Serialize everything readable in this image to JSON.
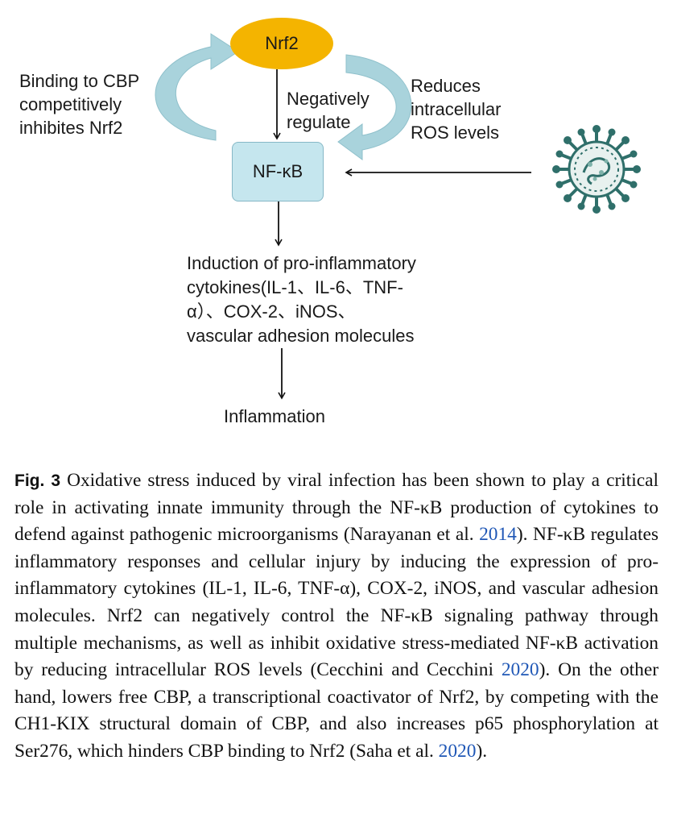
{
  "diagram": {
    "nrf2": "Nrf2",
    "nfkb": "NF-κB",
    "cbp_label": [
      "Binding to CBP",
      "competitively",
      "inhibites Nrf2"
    ],
    "negative_label": [
      "Negatively",
      "regulate"
    ],
    "ros_label": [
      "Reduces",
      "intracellular",
      "ROS levels"
    ],
    "induction_label": [
      "Induction of pro-inflammatory",
      "cytokines(IL-1、IL-6、TNF-",
      "α）、COX-2、iNOS、",
      "vascular adhesion molecules"
    ],
    "inflammation": "Inflammation",
    "colors": {
      "nrf2": "#f4b400",
      "nfkb": "#c5e6ee",
      "curved_arrow": "#a9d3dc",
      "virus": "#2f6f6a"
    },
    "virus_icon": "virus-icon"
  },
  "caption": {
    "fig_label": "Fig. 3",
    "segments": [
      "Oxidative stress induced by viral infection has been shown to play a critical role in activating innate immunity through the NF-κB production of cytokines to defend against pathogenic microorganisms (Narayanan et al. ",
      "2014",
      "). NF-κB regulates inflammatory responses and cellular injury by inducing the expression of pro-inflammatory cytokines (IL-1, IL-6, TNF-α), COX-2, iNOS, and vascular adhesion molecules. Nrf2 can negatively control the NF-κB signaling pathway through multiple mechanisms, as well as inhibit oxidative stress-mediated NF-κB activation by reducing intracellular ROS levels (Cecchini and Cecchini ",
      "2020",
      "). On the other hand, lowers free CBP, a transcriptional coactivator of Nrf2, by competing with the CH1-KIX structural domain of CBP, and also increases p65 phosphorylation at Ser276, which hinders CBP binding to Nrf2 (Saha et al. ",
      "2020",
      ")."
    ]
  }
}
